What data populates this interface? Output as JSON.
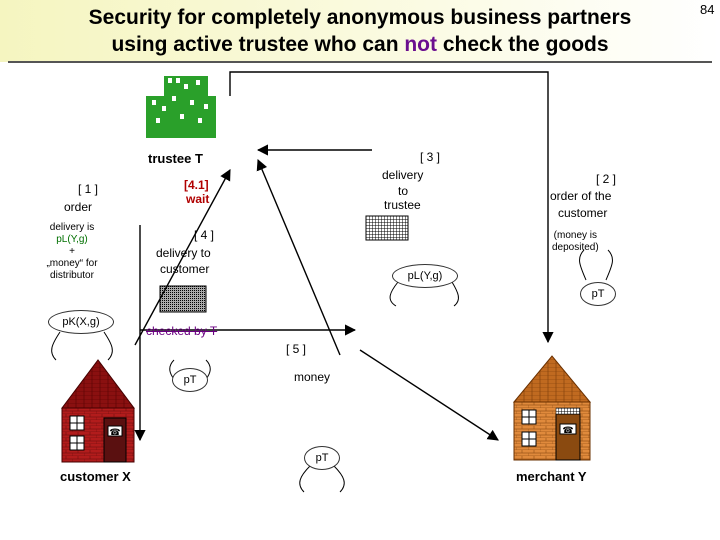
{
  "page_number": "84",
  "title": {
    "line1": "Security for completely anonymous business partners",
    "line2_pre": "using active trustee who can ",
    "line2_accent": "not",
    "line2_post": " check the goods"
  },
  "nodes": {
    "trustee": "trustee T",
    "customer": "customer X",
    "merchant": "merchant Y"
  },
  "steps": {
    "s1_num": "[ 1 ]",
    "s1_label": "order",
    "s1_detail_1": "delivery is",
    "s1_detail_2": "pL(Y,g)",
    "s1_detail_3": "+",
    "s1_detail_4": "„money“ for",
    "s1_detail_5": "distributor",
    "s41_num": "[4.1]",
    "s41_label": "wait",
    "s4_num": "[ 4 ]",
    "s4_line1": "delivery to",
    "s4_line2": "customer",
    "s3_num": "[ 3 ]",
    "s3_line1": "delivery",
    "s3_line2": "to",
    "s3_line3": "trustee",
    "s2_num": "[ 2 ]",
    "s2_line1": "order of the",
    "s2_line2": "customer",
    "s2_note1": "(money is",
    "s2_note2": "deposited)",
    "s5_num": "[ 5 ]",
    "s5_label": "money",
    "checked": "checked by T"
  },
  "signatures": {
    "pK": "pK(X,g)",
    "pL": "pL(Y,g)",
    "pT_right": "pT",
    "pT_left": "pT",
    "pT_bottom": "pT"
  },
  "colors": {
    "header_bg": "#f5f5c0",
    "accent": "#6b0f8f",
    "building": "#2aa02a",
    "house_left_wall": "#b21c1c",
    "house_right_wall": "#e08a3c"
  }
}
